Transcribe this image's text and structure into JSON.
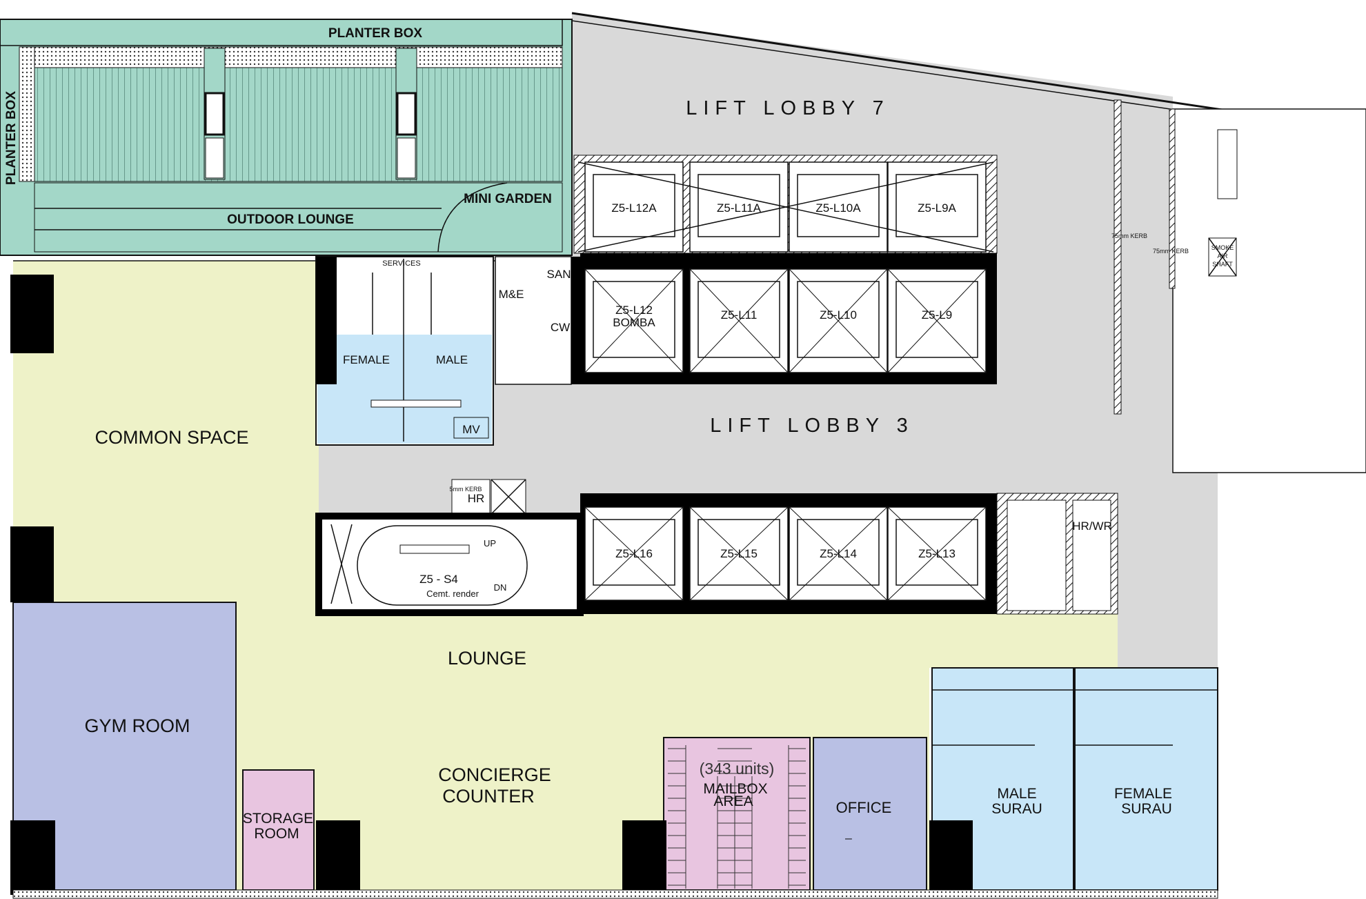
{
  "colors": {
    "outdoor": "#a3d7c8",
    "lobby": "#d9d9d9",
    "common": "#eef2c8",
    "gym": "#b9c0e4",
    "storage": "#e8c5e0",
    "toilet": "#c8e6f8",
    "surau": "#c8e6f8"
  },
  "outdoor": {
    "planter_top": "PLANTER BOX",
    "planter_side": "PLANTER BOX",
    "outdoor_lounge": "OUTDOOR LOUNGE",
    "mini_garden": "MINI GARDEN"
  },
  "lobbies": {
    "lobby7": "LIFT LOBBY 7",
    "lobby3": "LIFT LOBBY 3"
  },
  "lifts": {
    "top_row": [
      "Z5-L12A",
      "Z5-L11A",
      "Z5-L10A",
      "Z5-L9A"
    ],
    "middle_row": [
      "Z5-L12",
      "Z5-L11",
      "Z5-L10",
      "Z5-L9"
    ],
    "middle_note": "BOMBA",
    "bottom_row": [
      "Z5-L16",
      "Z5-L15",
      "Z5-L14",
      "Z5-L13"
    ]
  },
  "services": {
    "services": "SERVICES",
    "female": "FEMALE",
    "male": "MALE",
    "mv": "MV",
    "me": "M&E",
    "san": "SAN",
    "cw": "CW",
    "hr": "HR",
    "kerb_small": "5mm KERB",
    "hr_wr": "HR/WR",
    "kerb1": "75mm KERB",
    "kerb2": "75mm KERB",
    "smoke": [
      "SMOKE",
      "AIR",
      "SHAFT"
    ]
  },
  "stair": {
    "name": "Z5 - S4",
    "finish": "Cemt. render",
    "up": "UP",
    "dn": "DN"
  },
  "rooms": {
    "common_space": "COMMON SPACE",
    "lounge": "LOUNGE",
    "gym": "GYM ROOM",
    "concierge": [
      "CONCIERGE",
      "COUNTER"
    ],
    "storage": [
      "STORAGE",
      "ROOM"
    ],
    "mailbox_units": "(343 units)",
    "mailbox": [
      "MAILBOX",
      "AREA"
    ],
    "office": "OFFICE",
    "office_mark": "_",
    "male_surau": [
      "MALE",
      "SURAU"
    ],
    "female_surau": [
      "FEMALE",
      "SURAU"
    ]
  }
}
